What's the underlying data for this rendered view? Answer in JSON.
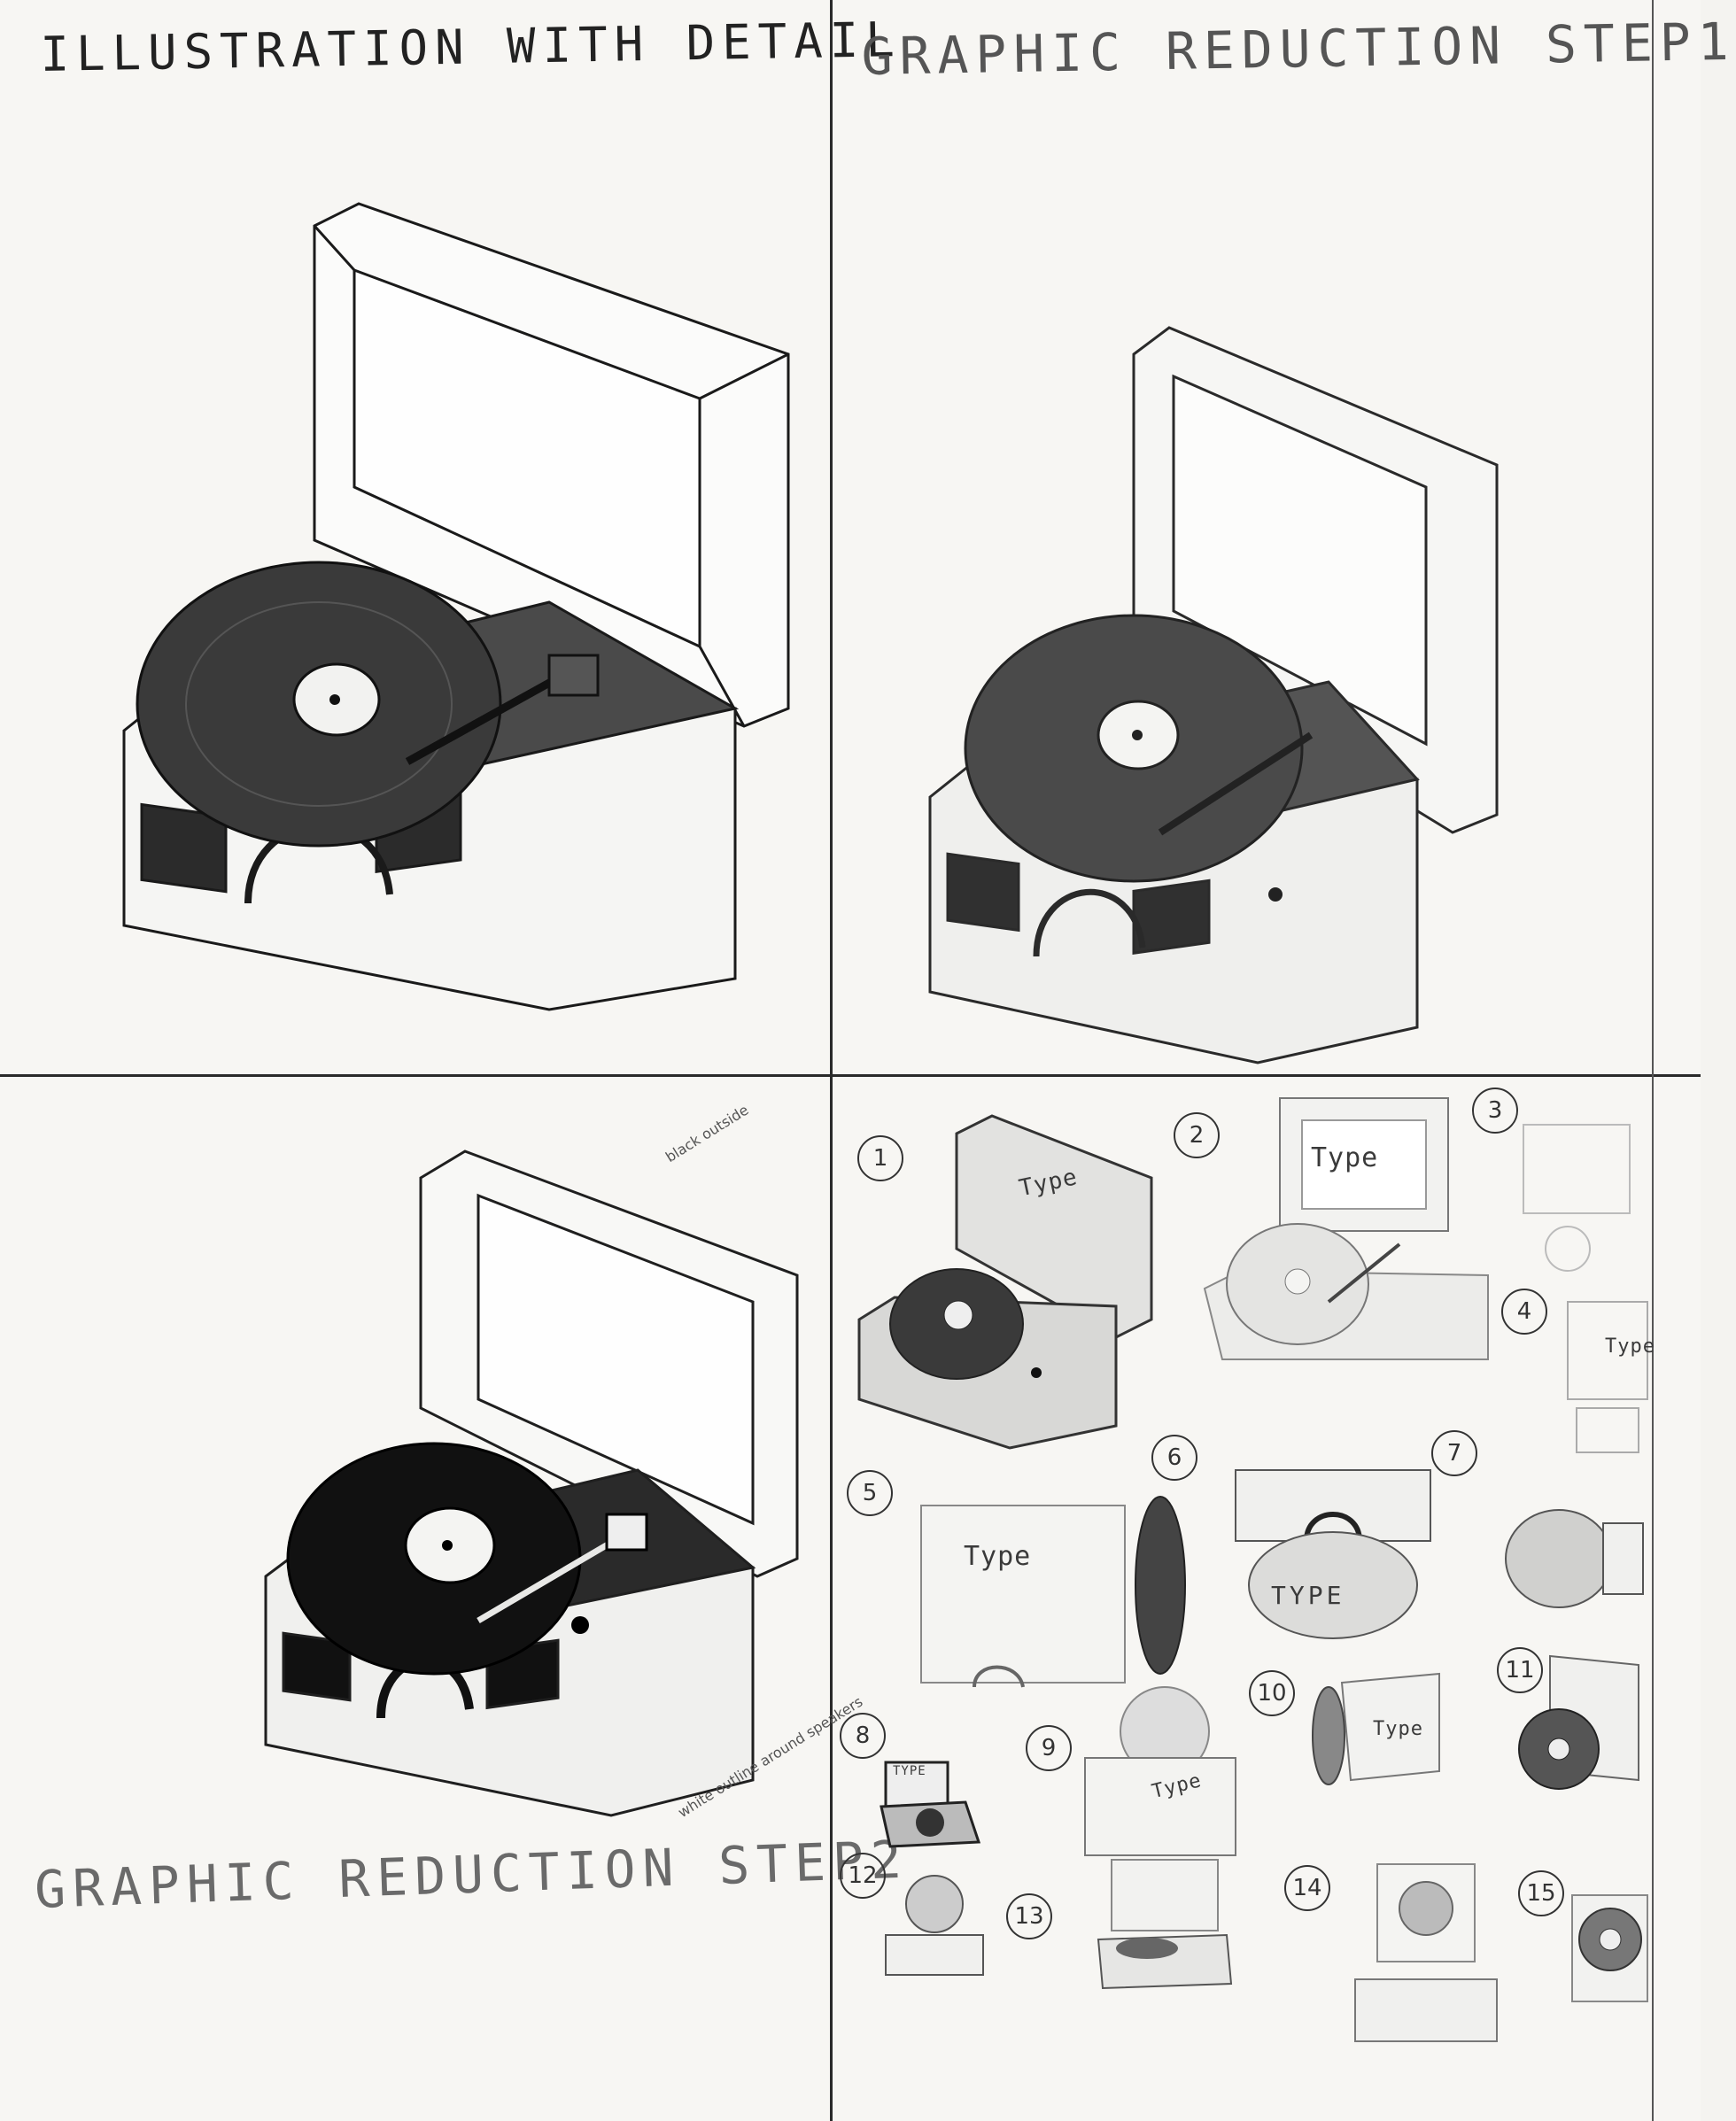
{
  "titles": {
    "q1": "ILLUSTRATION WITH DETAIL",
    "q2": "GRAPHIC REDUCTION STEP1",
    "q3": "GRAPHIC REDUCTION STEP2"
  },
  "notes": {
    "lid": "black outside",
    "speakers": "white outline around speakers"
  },
  "thumbnails": [
    {
      "number": "1",
      "label": "Type"
    },
    {
      "number": "2",
      "label": "Type"
    },
    {
      "number": "3",
      "label": ""
    },
    {
      "number": "4",
      "label": "Type"
    },
    {
      "number": "5",
      "label": "Type"
    },
    {
      "number": "6",
      "label": "TYPE"
    },
    {
      "number": "7",
      "label": ""
    },
    {
      "number": "8",
      "label": "TYPE"
    },
    {
      "number": "9",
      "label": "Type"
    },
    {
      "number": "10",
      "label": "Type"
    },
    {
      "number": "11",
      "label": ""
    },
    {
      "number": "12",
      "label": ""
    },
    {
      "number": "13",
      "label": ""
    },
    {
      "number": "14",
      "label": ""
    },
    {
      "number": "15",
      "label": ""
    }
  ]
}
